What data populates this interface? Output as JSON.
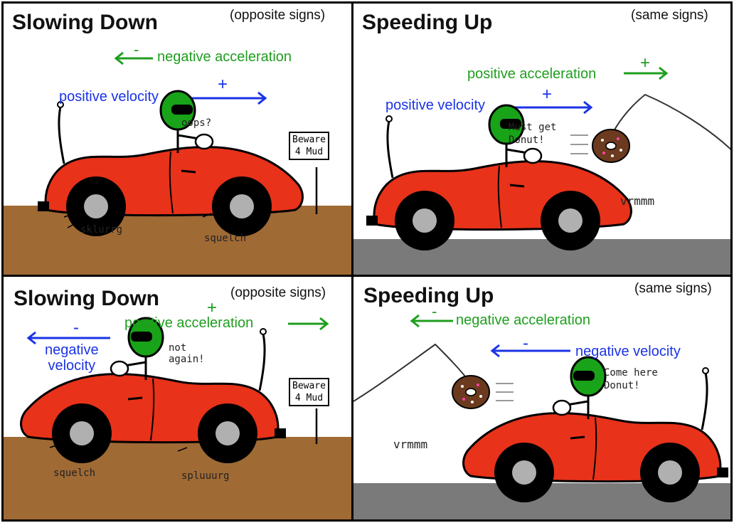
{
  "panels": [
    {
      "title": "Slowing Down",
      "subtitle": "(opposite signs)",
      "acceleration": {
        "sign": "-",
        "label": "negative acceleration"
      },
      "velocity": {
        "sign": "+",
        "label": "positive velocity"
      },
      "speech": "oops?",
      "sign_text": [
        "Beware",
        "4 Mud"
      ],
      "sounds": [
        "sklurrg",
        "squelch"
      ]
    },
    {
      "title": "Speeding Up",
      "subtitle": "(same signs)",
      "acceleration": {
        "sign": "+",
        "label": "positive acceleration"
      },
      "velocity": {
        "sign": "+",
        "label": "positive velocity"
      },
      "speech": [
        "Must get",
        "Donut!"
      ],
      "sounds": [
        "vrmmm"
      ]
    },
    {
      "title": "Slowing Down",
      "subtitle": "(opposite signs)",
      "acceleration": {
        "sign": "+",
        "label": "positive acceleration"
      },
      "velocity": {
        "sign": "-",
        "label_line1": "negative",
        "label_line2": "velocity"
      },
      "speech": [
        "not",
        "again!"
      ],
      "sign_text": [
        "Beware",
        "4 Mud"
      ],
      "sounds": [
        "squelch",
        "spluuurg"
      ]
    },
    {
      "title": "Speeding Up",
      "subtitle": "(same signs)",
      "acceleration": {
        "sign": "-",
        "label": "negative acceleration"
      },
      "velocity": {
        "sign": "-",
        "label": "negative velocity"
      },
      "speech": [
        "Come here",
        "Donut!"
      ],
      "sounds": [
        "vrmmm"
      ]
    }
  ],
  "colors": {
    "acceleration": "#1f9e1f",
    "velocity": "#1a33e6",
    "car": "#e8321a",
    "mud": "#a06a35",
    "road": "#7a7a7a",
    "helmet": "#19a319",
    "donut": "#6b3a1f"
  }
}
